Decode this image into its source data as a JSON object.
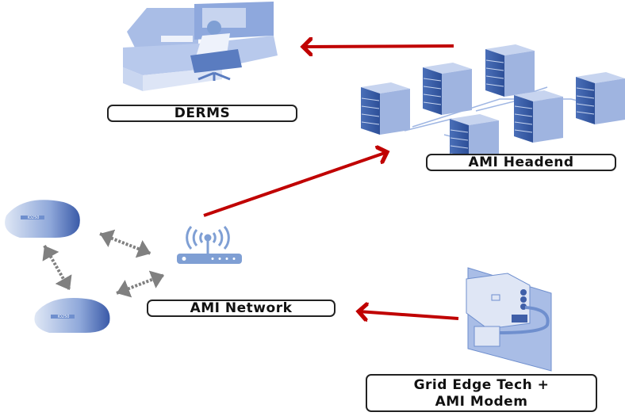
{
  "nodes": {
    "derms": {
      "label": "DERMS"
    },
    "ami_headend": {
      "label": "AMI Headend"
    },
    "ami_network": {
      "label": "AMI Network"
    },
    "grid_edge": {
      "label_line1": "Grid Edge Tech +",
      "label_line2": "AMI Modem"
    }
  },
  "meters": [
    {
      "label": "IO250"
    },
    {
      "label": "IO250"
    }
  ],
  "edges": [
    {
      "from": "ami_headend",
      "to": "derms",
      "style": "solid",
      "color": "#c00000"
    },
    {
      "from": "ami_network",
      "to": "ami_headend",
      "style": "solid",
      "color": "#c00000"
    },
    {
      "from": "grid_edge",
      "to": "ami_network",
      "style": "solid",
      "color": "#c00000"
    },
    {
      "from": "meter_1",
      "to": "ami_network",
      "style": "dotted-bidirectional",
      "color": "#808080"
    },
    {
      "from": "meter_2",
      "to": "ami_network",
      "style": "dotted-bidirectional",
      "color": "#808080"
    },
    {
      "from": "meter_1",
      "to": "meter_2",
      "style": "dotted-bidirectional",
      "color": "#808080"
    }
  ],
  "colors": {
    "arrow": "#c00000",
    "icon_blue": "#7f9fd4",
    "icon_dark": "#3f5fa8",
    "dotted": "#808080"
  }
}
